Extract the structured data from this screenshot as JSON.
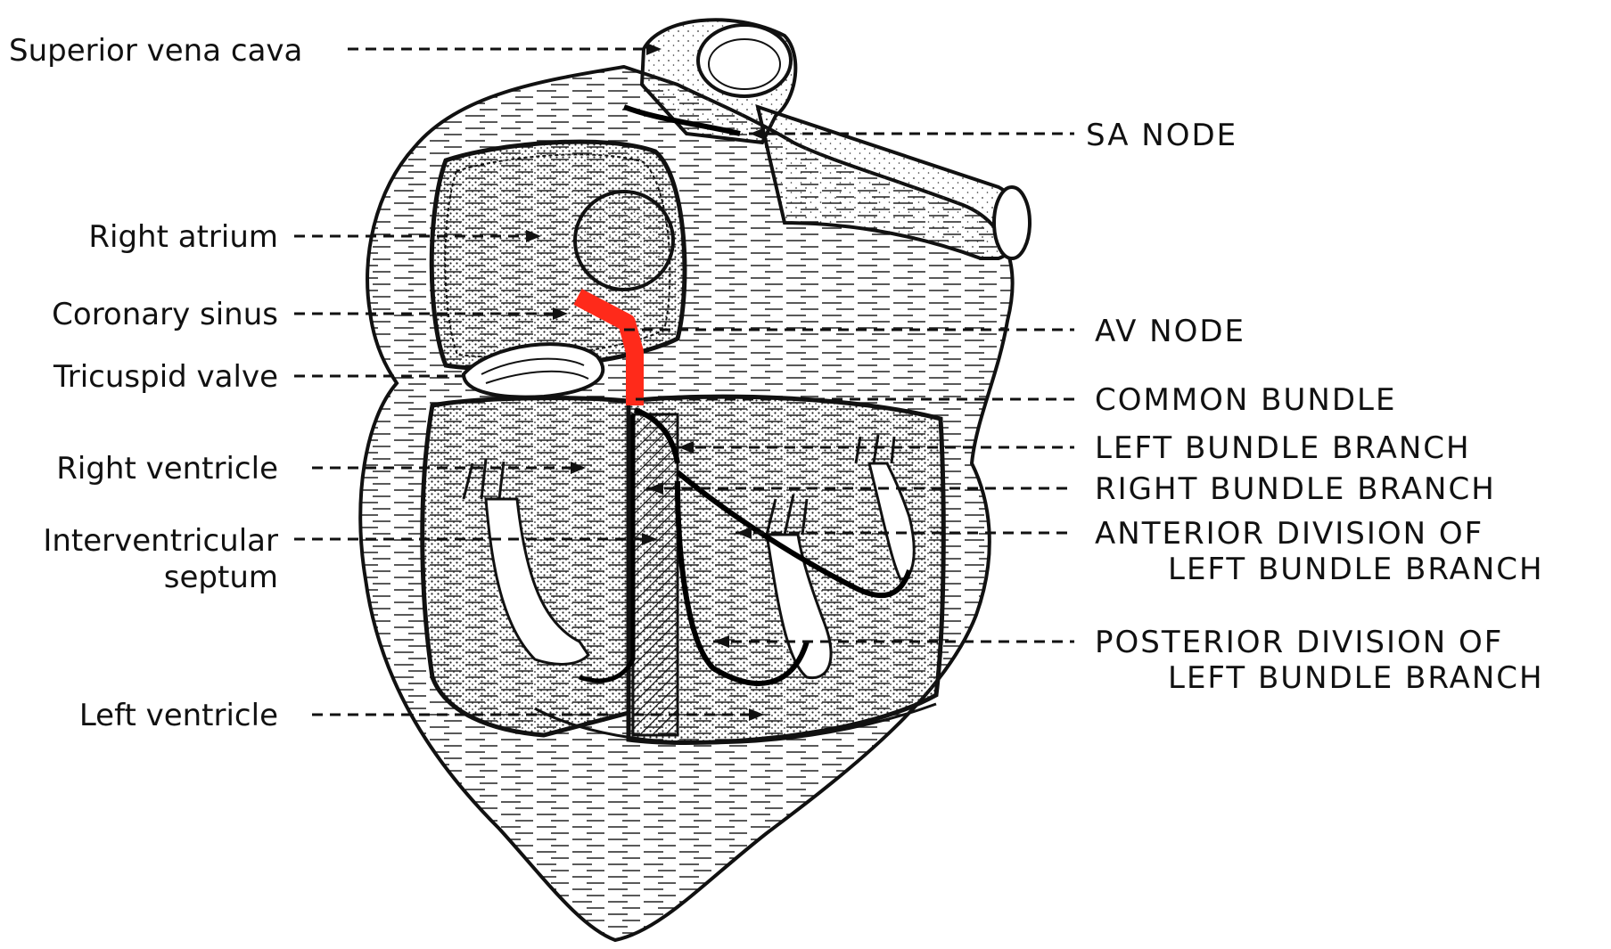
{
  "diagram": {
    "left_labels": {
      "superior_vena_cava": "Superior vena cava",
      "right_atrium": "Right atrium",
      "coronary_sinus": "Coronary sinus",
      "tricuspid_valve": "Tricuspid valve",
      "right_ventricle": "Right ventricle",
      "interventricular_septum_line1": "Interventricular",
      "interventricular_septum_line2": "septum",
      "left_ventricle": "Left ventricle"
    },
    "right_labels": {
      "sa_node": "SA NODE",
      "av_node": "AV NODE",
      "common_bundle": "COMMON BUNDLE",
      "left_bundle_branch": "LEFT BUNDLE BRANCH",
      "right_bundle_branch": "RIGHT BUNDLE BRANCH",
      "anterior_division_line1": "ANTERIOR DIVISION OF",
      "anterior_division_line2": "LEFT BUNDLE BRANCH",
      "posterior_division_line1": "POSTERIOR DIVISION OF",
      "posterior_division_line2": "LEFT BUNDLE BRANCH"
    },
    "colors": {
      "ink": "#111111",
      "highlight_red": "#ff2a1a",
      "paper": "#ffffff"
    }
  }
}
